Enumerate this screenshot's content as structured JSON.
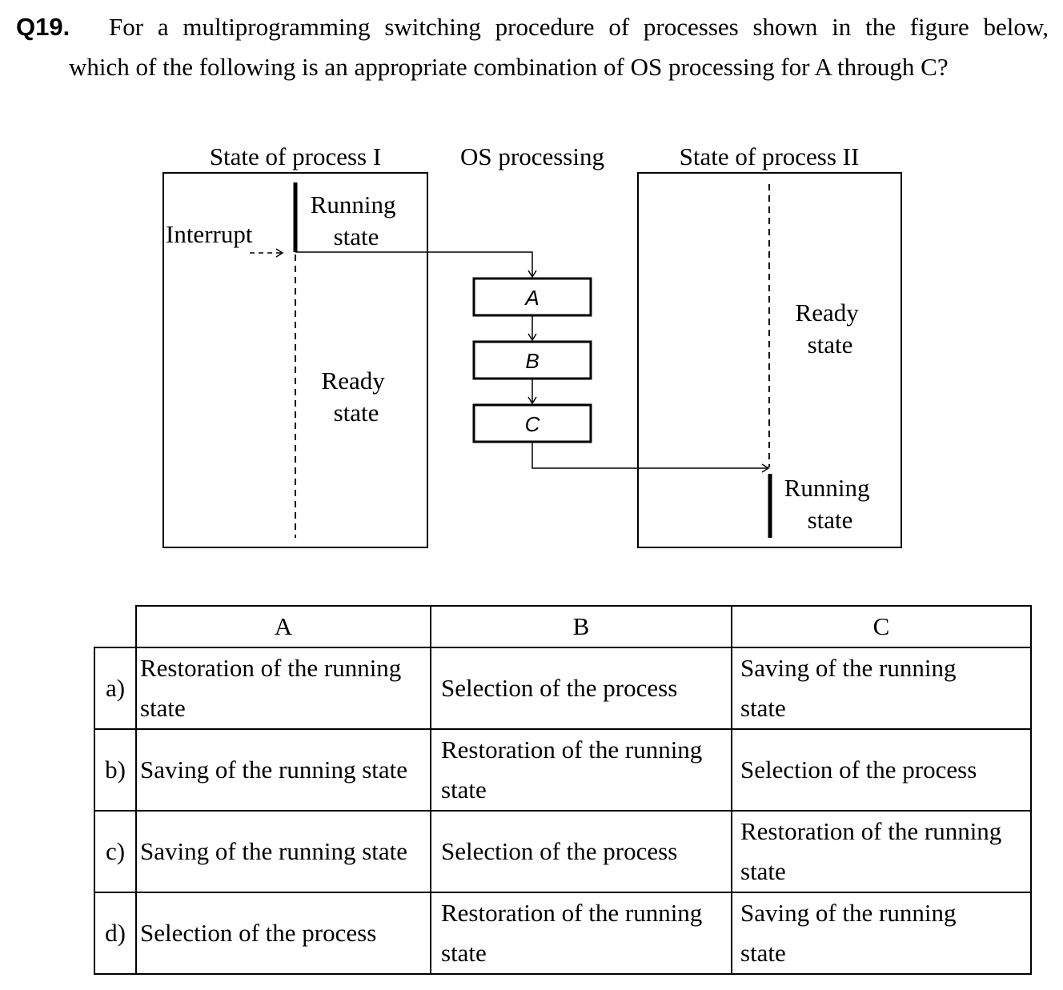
{
  "question": {
    "number": "Q19.",
    "line1": "For a multiprogramming switching procedure of processes shown in the figure below,",
    "line2": "which of the following is an appropriate combination of OS processing for A through C?"
  },
  "diagram": {
    "header_process1": "State of process I",
    "header_os": "OS processing",
    "header_process2": "State of process II",
    "interrupt_label": "Interrupt",
    "p1_running_line1": "Running",
    "p1_running_line2": "state",
    "p1_ready_line1": "Ready",
    "p1_ready_line2": "state",
    "step_a": "A",
    "step_b": "B",
    "step_c": "C",
    "p2_ready_line1": "Ready",
    "p2_ready_line2": "state",
    "p2_running_line1": "Running",
    "p2_running_line2": "state"
  },
  "table": {
    "headers": [
      "A",
      "B",
      "C"
    ],
    "rows": [
      {
        "option": "a)",
        "a_line1": "Restoration of the running",
        "a_line2": "state",
        "b_line1": "Selection of the process",
        "b_line2": "",
        "c_line1": "Saving of the running",
        "c_line2": "state"
      },
      {
        "option": "b)",
        "a_line1": "Saving of the running state",
        "a_line2": "",
        "b_line1": "Restoration of the running",
        "b_line2": "state",
        "c_line1": "Selection of the process",
        "c_line2": ""
      },
      {
        "option": "c)",
        "a_line1": "Saving of the running state",
        "a_line2": "",
        "b_line1": "Selection of the process",
        "b_line2": "",
        "c_line1": "Restoration of the running",
        "c_line2": "state"
      },
      {
        "option": "d)",
        "a_line1": "Selection of the process",
        "a_line2": "",
        "b_line1": "Restoration of the running",
        "b_line2": "state",
        "c_line1": "Saving of the running",
        "c_line2": "state"
      }
    ]
  }
}
